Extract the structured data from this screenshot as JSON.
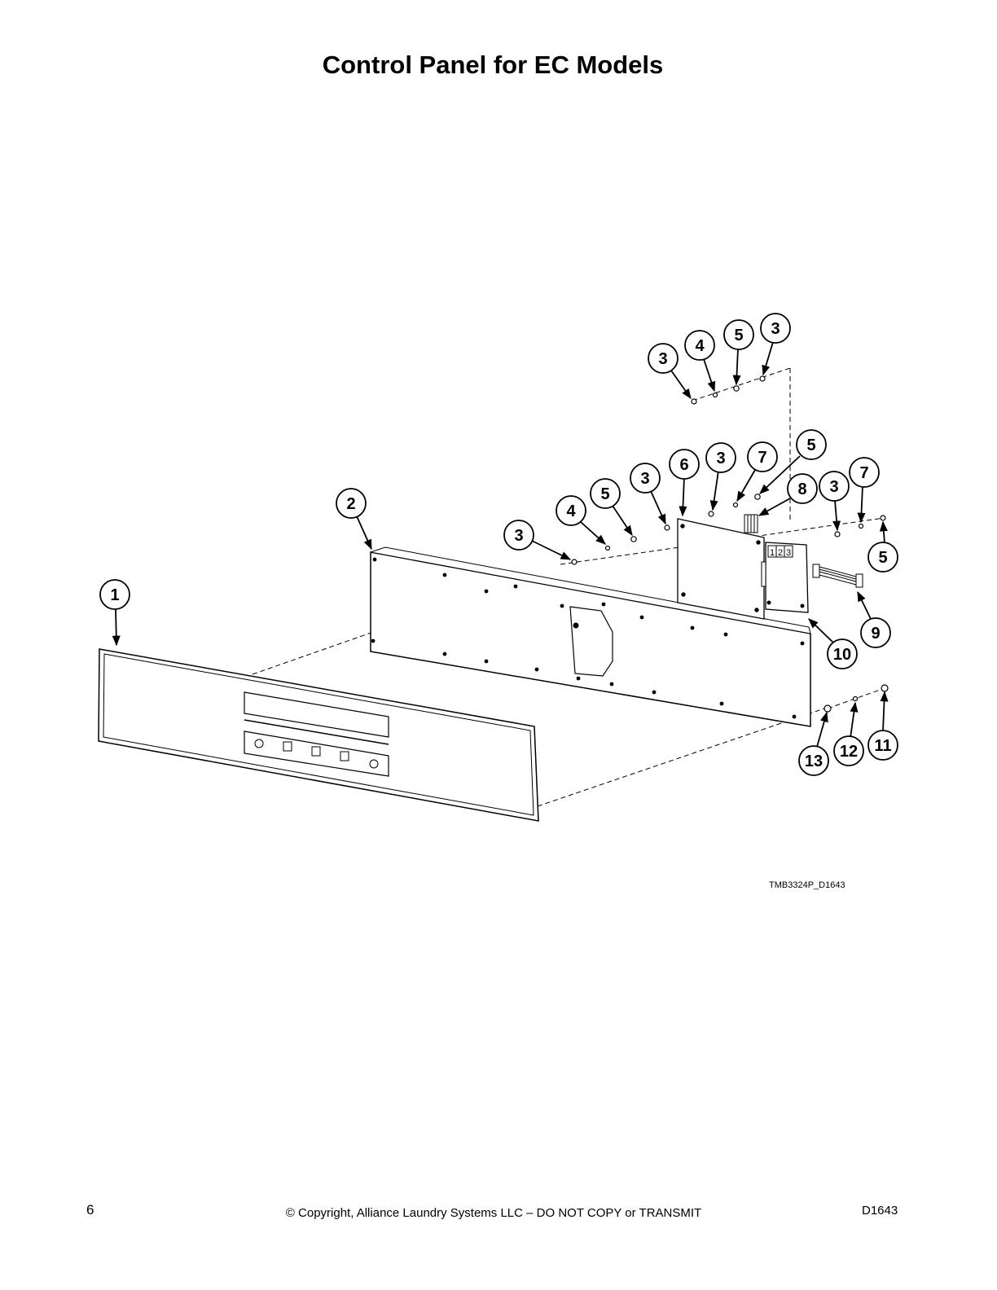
{
  "title": "Control Panel for EC Models",
  "drawing_id": "TMB3324P_D1643",
  "footer": {
    "page_number": "6",
    "copyright": "© Copyright, Alliance Laundry Systems LLC – DO NOT COPY or TRANSMIT",
    "document_number": "D1643"
  },
  "connector_labels": [
    "1",
    "2",
    "3"
  ],
  "callouts": [
    {
      "id": "c1",
      "label": "1"
    },
    {
      "id": "c2",
      "label": "2"
    },
    {
      "id": "c3a",
      "label": "3"
    },
    {
      "id": "c4a",
      "label": "4"
    },
    {
      "id": "c5a",
      "label": "5"
    },
    {
      "id": "c3b",
      "label": "3"
    },
    {
      "id": "c3c",
      "label": "3"
    },
    {
      "id": "c4b",
      "label": "4"
    },
    {
      "id": "c5b",
      "label": "5"
    },
    {
      "id": "c3d",
      "label": "3"
    },
    {
      "id": "c6",
      "label": "6"
    },
    {
      "id": "c3e",
      "label": "3"
    },
    {
      "id": "c7a",
      "label": "7"
    },
    {
      "id": "c5c",
      "label": "5"
    },
    {
      "id": "c8",
      "label": "8"
    },
    {
      "id": "c3f",
      "label": "3"
    },
    {
      "id": "c7b",
      "label": "7"
    },
    {
      "id": "c5d",
      "label": "5"
    },
    {
      "id": "c9",
      "label": "9"
    },
    {
      "id": "c10",
      "label": "10"
    },
    {
      "id": "c11",
      "label": "11"
    },
    {
      "id": "c12",
      "label": "12"
    },
    {
      "id": "c13",
      "label": "13"
    }
  ]
}
